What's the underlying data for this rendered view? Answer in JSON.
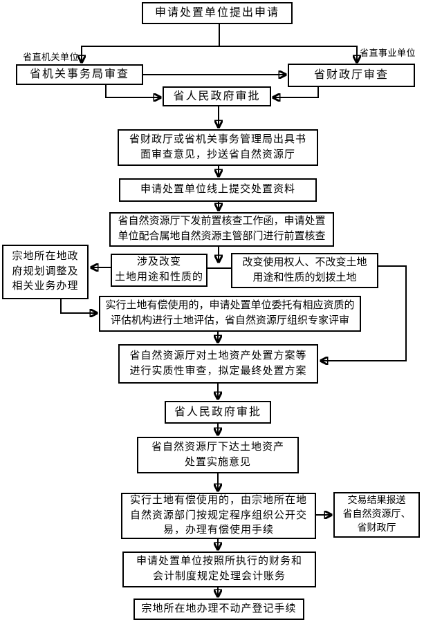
{
  "page": {
    "background_color": "#ffffff",
    "line_color": "#000000",
    "text_color": "#000000"
  },
  "nodes": {
    "apply": "申请处置单位提出申请",
    "org_review": "省机关事务局审查",
    "finance_review": "省财政厅审查",
    "gov_approval_1": "省人民政府审批",
    "written_opinion": "省财政厅或省机关事务管理局出具书\n面审查意见，抄送省自然资源厅",
    "online_submit": "申请处置单位线上提交处置资料",
    "pre_check": "省自然资源厅下发前置核查工作函，申请处置\n单位配合属地自然资源主管部门进行前置核查",
    "plot_gov_planning": "宗地所在地政\n府规划调整及\n相关业务办理",
    "change_use": "涉及改变\n土地用途和性质的",
    "allocation_no_change": "改变使用权人、不改变土地\n用途和性质的划拨土地",
    "evaluation": "实行土地有偿使用的，申请处置单位委托有相应资质的\n评估机构进行土地评估，省自然资源厅组织专家评审",
    "substantive_review": "省自然资源厅对土地资产处置方案等\n进行实质性审查，拟定最终处置方案",
    "gov_approval_2": "省人民政府审批",
    "implementation_opinion": "省自然资源厅下达土地资产\n处置实施意见",
    "open_transaction": "实行土地有偿使用的，由宗地所在地\n自然资源部门按规定程序组织公开交\n易，办理有偿使用手续",
    "transaction_report": "交易结果报送\n省自然资源厅、\n省财政厅",
    "accounting": "申请处置单位按照所执行的财务和\n会计制度规定处理会计账务",
    "registration": "宗地所在地办理不动产登记手续"
  },
  "labels": {
    "left_branch": "省直机关单位",
    "right_branch": "省直事业单位"
  }
}
